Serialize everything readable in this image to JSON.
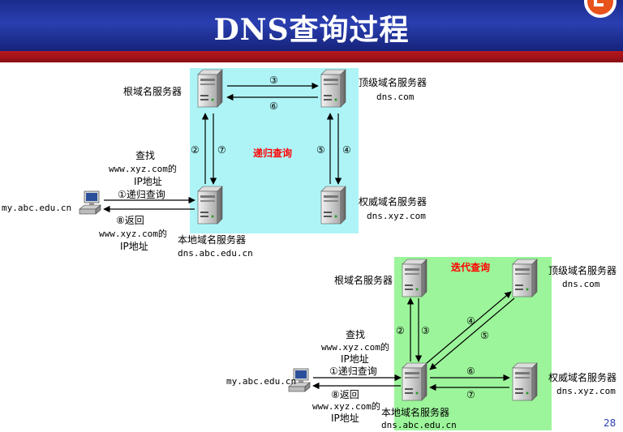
{
  "title": "DNS查询过程",
  "page_number": "28",
  "recursive": {
    "label": "递归查询",
    "root_server": "根域名服务器",
    "tld_server": "顶级域名服务器",
    "tld_domain": "dns.com",
    "auth_server": "权威域名服务器",
    "auth_domain": "dns.xyz.com",
    "local_server": "本地域名服务器",
    "local_domain": "dns.abc.edu.cn",
    "client": "my.abc.edu.cn",
    "query_lines": [
      "查找",
      "www.xyz.com的",
      "IP地址",
      "①递归查询"
    ],
    "reply_lines": [
      "⑧返回",
      "www.xyz.com的",
      "IP地址"
    ],
    "steps": [
      "②",
      "③",
      "④",
      "⑤",
      "⑥",
      "⑦"
    ]
  },
  "iterative": {
    "label": "迭代查询",
    "root_server": "根域名服务器",
    "tld_server": "顶级域名服务器",
    "tld_domain": "dns.com",
    "auth_server": "权威域名服务器",
    "auth_domain": "dns.xyz.com",
    "local_server": "本地域名服务器",
    "local_domain": "dns.abc.edu.cn",
    "client": "my.abc.edu.cn",
    "query_lines": [
      "查找",
      "www.xyz.com的",
      "IP地址",
      "①递归查询"
    ],
    "reply_lines": [
      "⑧返回",
      "www.xyz.com的",
      "IP地址"
    ],
    "steps": [
      "②",
      "③",
      "④",
      "⑤",
      "⑥",
      "⑦"
    ]
  },
  "colors": {
    "recursive_bg": "#aef4f6",
    "iterative_bg": "#9cf59a",
    "accent_red": "#ff0000",
    "header_blue": "#1b2c8e",
    "header_red": "#b8181f"
  }
}
